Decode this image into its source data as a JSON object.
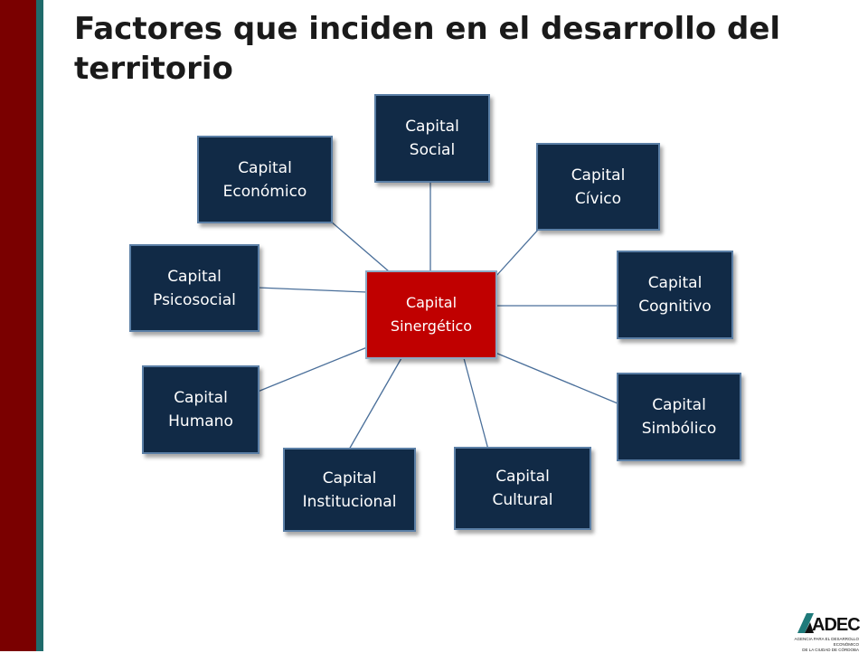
{
  "slide": {
    "title": "Factores que inciden en el desarrollo del territorio"
  },
  "diagram": {
    "center": "Capital\nSinergético",
    "nodes": [
      "Capital\nSocial",
      "Capital\nEconómico",
      "Capital\nCívico",
      "Capital\nPsicosocial",
      "Capital\nCognitivo",
      "Capital\nHumano",
      "Capital\nSimbólico",
      "Capital\nInstitucional",
      "Capital\nCultural"
    ],
    "colors": {
      "center_fill": "#c00000",
      "node_fill": "#112a46",
      "link": "#4a6f9a"
    }
  },
  "logo": {
    "name": "ADEC",
    "tagline": "AGENCIA PARA EL DESARROLLO ECONÓMICO\nDE LA CIUDAD DE CÓRDOBA"
  }
}
